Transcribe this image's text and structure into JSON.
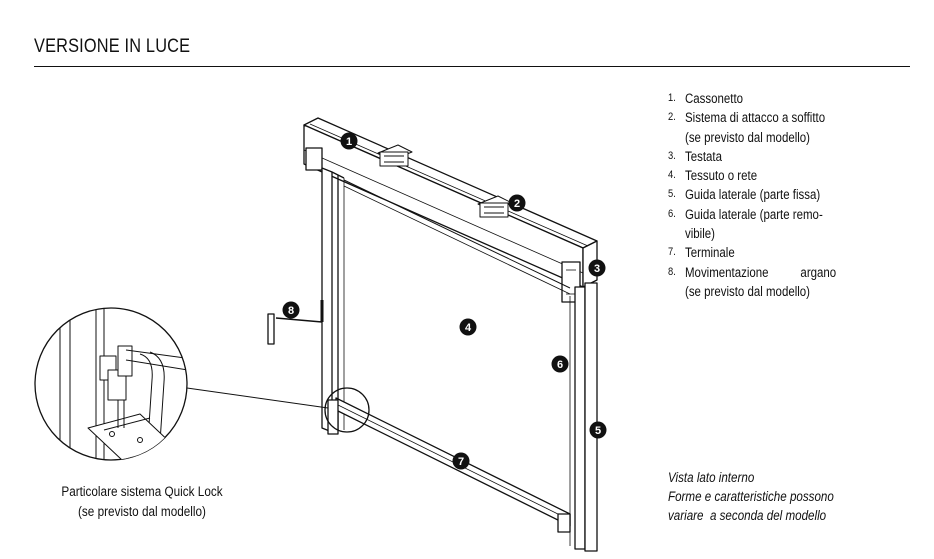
{
  "header": {
    "title": "VERSIONE IN LUCE"
  },
  "parts": [
    {
      "number": "1.",
      "label": "Cassonetto"
    },
    {
      "number": "2.",
      "label": "Sistema di attacco a soffitto",
      "label2": "(se previsto dal modello)"
    },
    {
      "number": "3.",
      "label": "Testata"
    },
    {
      "number": "4.",
      "label": "Tessuto o rete"
    },
    {
      "number": "5.",
      "label": "Guida laterale (parte fissa)"
    },
    {
      "number": "6.",
      "label": "Guida laterale (parte remo-",
      "label2": "vibile)"
    },
    {
      "number": "7.",
      "label": "Terminale"
    },
    {
      "number": "8.",
      "label": "Movimentazione          argano",
      "label2": "(se previsto dal modello)"
    }
  ],
  "callouts": [
    "1",
    "2",
    "3",
    "4",
    "5",
    "6",
    "7",
    "8"
  ],
  "detail_caption": {
    "line1": "Particolare sistema Quick Lock",
    "line2": "(se previsto dal modello)"
  },
  "view_note": {
    "line1": "Vista lato interno",
    "line2": "Forme e caratteristiche possono",
    "line3": "variare  a seconda del modello"
  }
}
